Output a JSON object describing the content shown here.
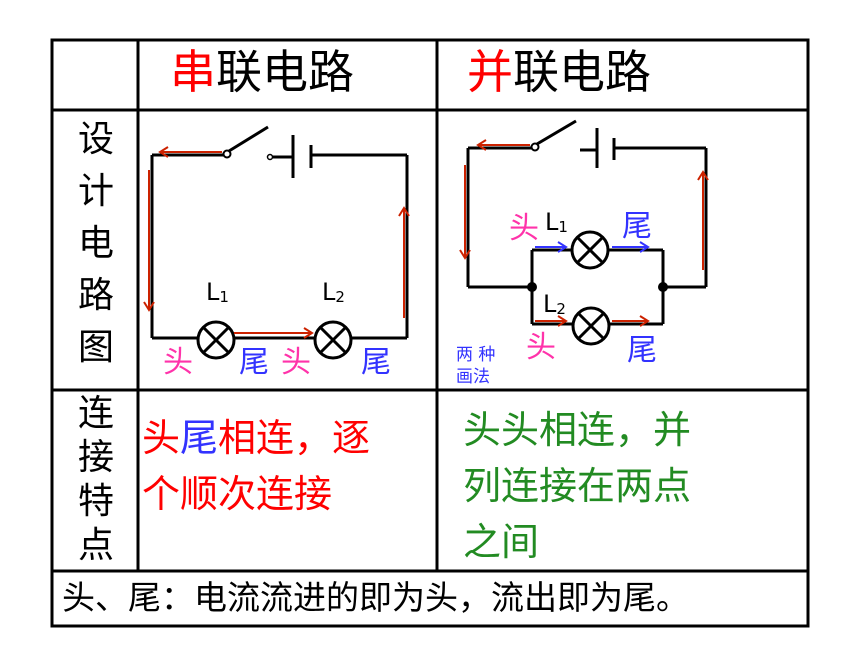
{
  "headers": {
    "series": {
      "first": "串",
      "rest": "联电路"
    },
    "parallel": {
      "first": "并",
      "rest": "联电路"
    }
  },
  "row_labels": {
    "design": [
      "设",
      "计",
      "电",
      "路",
      "图"
    ],
    "features": [
      "连",
      "接",
      "特",
      "点"
    ]
  },
  "series_circuit": {
    "lamp1_label": "L",
    "lamp1_sub": "1",
    "lamp2_label": "L",
    "lamp2_sub": "2",
    "head_label": "头",
    "tail_head_tail": "尾",
    "tail_head_head": "头",
    "tail_label": "尾"
  },
  "parallel_circuit": {
    "lamp1_label": "L",
    "lamp1_sub": "1",
    "lamp2_label": "L",
    "lamp2_sub": "2",
    "head1": "头",
    "tail1": "尾",
    "head2": "头",
    "tail2": "尾",
    "note_line1": "两 种",
    "note_line2": "画法"
  },
  "features": {
    "series": {
      "line1_head": "头",
      "line1_tail": "尾",
      "line1_rest": "相连，逐",
      "line2": "个顺次连接"
    },
    "parallel": {
      "line1": "头头相连，并",
      "line2": "列连接在两点",
      "line3": "之间"
    }
  },
  "footer": "头、尾：电流流进的即为头，流出即为尾。",
  "colors": {
    "red": "#ff0000",
    "blue": "#3333ff",
    "pink": "#ff33aa",
    "green": "#228b22",
    "arrow": "#cc2200"
  }
}
